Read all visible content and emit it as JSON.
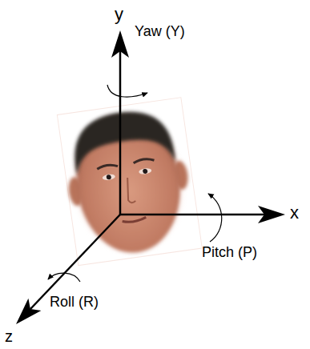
{
  "diagram": {
    "labels": [
      "y",
      "Yaw (Y)",
      "x",
      "Pitch (P)",
      "z",
      "Roll (R)"
    ]
  }
}
